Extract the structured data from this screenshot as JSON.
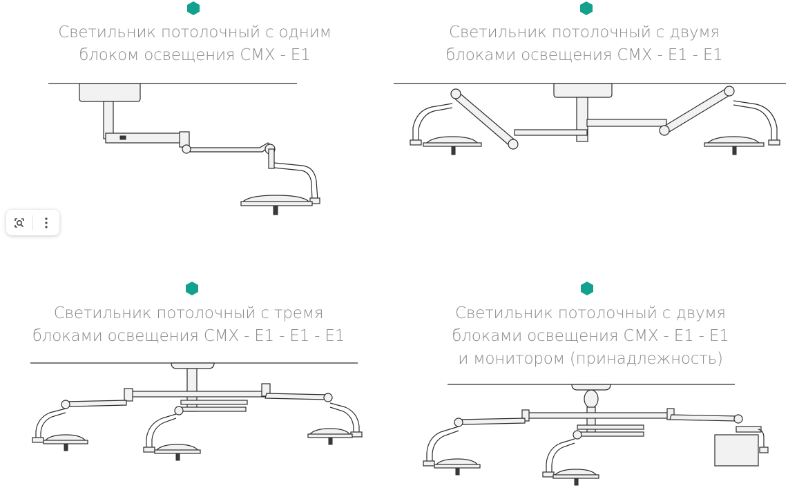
{
  "accent_color": "#12a08f",
  "panels": [
    {
      "id": "one",
      "lines": [
        "Светильник потолочный с одним",
        "блоком освещения СМХ - Е1"
      ]
    },
    {
      "id": "two",
      "lines": [
        "Светильник потолочный с двумя",
        "блоками освещения СМХ - Е1 - Е1"
      ]
    },
    {
      "id": "three",
      "lines": [
        "Светильник потолочный с тремя",
        "блоками освещения СМХ - Е1 - Е1 - Е1"
      ]
    },
    {
      "id": "monitor",
      "lines": [
        "Светильник потолочный с двумя",
        "блоками освещения СМХ - Е1 - Е1",
        "и монитором (принадлежность)"
      ]
    }
  ],
  "toolbar": {
    "icons": [
      "lens-icon",
      "more-vertical-icon"
    ]
  }
}
